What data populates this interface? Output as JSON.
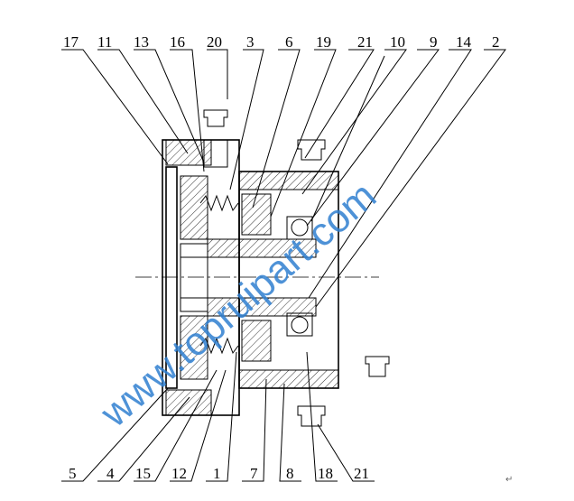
{
  "drawing": {
    "top_labels": [
      "17",
      "11",
      "13",
      "16",
      "20",
      "3",
      "6",
      "19",
      "21",
      "10",
      "9",
      "14",
      "2"
    ],
    "bottom_labels": [
      "5",
      "4",
      "15",
      "12",
      "1",
      "7",
      "8",
      "18",
      "21"
    ],
    "watermark": "www.topruipart.com",
    "return_mark": "↵",
    "colors": {
      "line": "#000000",
      "watermark": "#2f7fd0"
    }
  }
}
